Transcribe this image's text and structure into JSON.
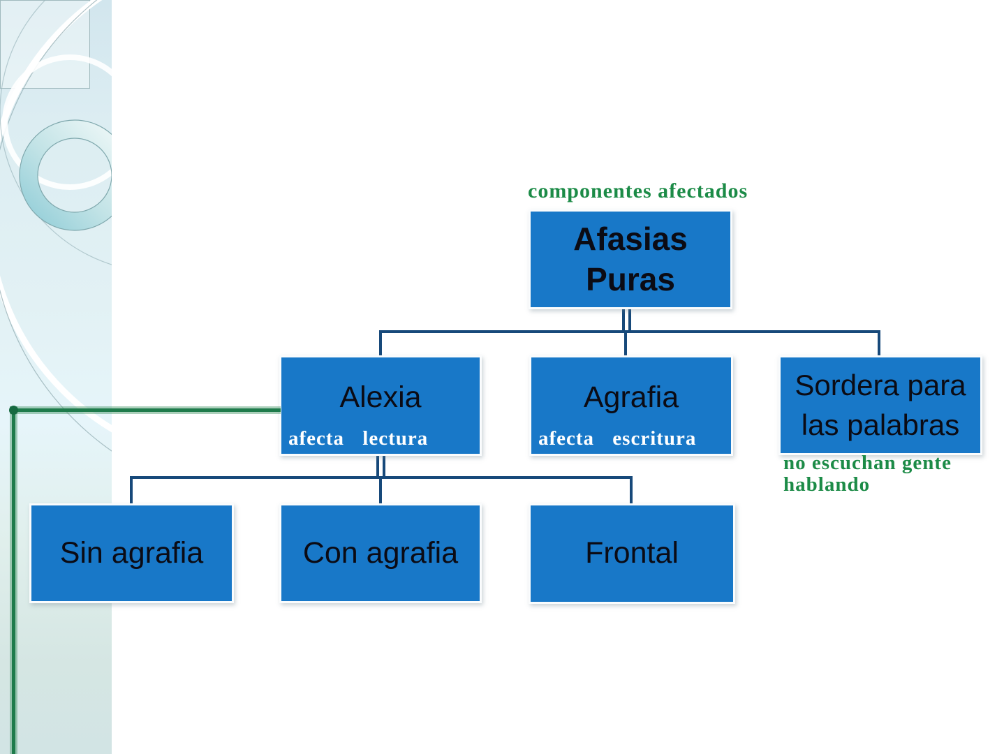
{
  "slide": {
    "background": "#ffffff",
    "colors": {
      "box_blue": "#1878C8",
      "box_text": "#0B0B14",
      "connector_navy": "#17497A",
      "annotation_green": "#1C8B47",
      "underline_green_core": "#1E7B4B",
      "underline_green_halo": "#8FC4A8",
      "handwriting_white": "#FFFFFF",
      "sidebar_tint": "#DCEDF2"
    }
  },
  "annotations": {
    "top_note": "componentes afectados",
    "sordera_note": "no escuchan gente\nhablando"
  },
  "diagram": {
    "type": "org-chart",
    "nodes": {
      "root": {
        "label": "Afasias\nPuras"
      },
      "alexia": {
        "label": "Alexia",
        "note": "afecta lectura"
      },
      "agrafia": {
        "label": "Agrafia",
        "note": "afecta escritura"
      },
      "sordera": {
        "label": "Sordera para\nlas palabras"
      },
      "sin_agrafia": {
        "label": "Sin agrafia"
      },
      "con_agrafia": {
        "label": "Con agrafia"
      },
      "frontal": {
        "label": "Frontal"
      }
    },
    "edges": [
      [
        "root",
        "alexia"
      ],
      [
        "root",
        "agrafia"
      ],
      [
        "root",
        "sordera"
      ],
      [
        "alexia",
        "sin_agrafia"
      ],
      [
        "alexia",
        "con_agrafia"
      ],
      [
        "alexia",
        "frontal"
      ]
    ]
  }
}
